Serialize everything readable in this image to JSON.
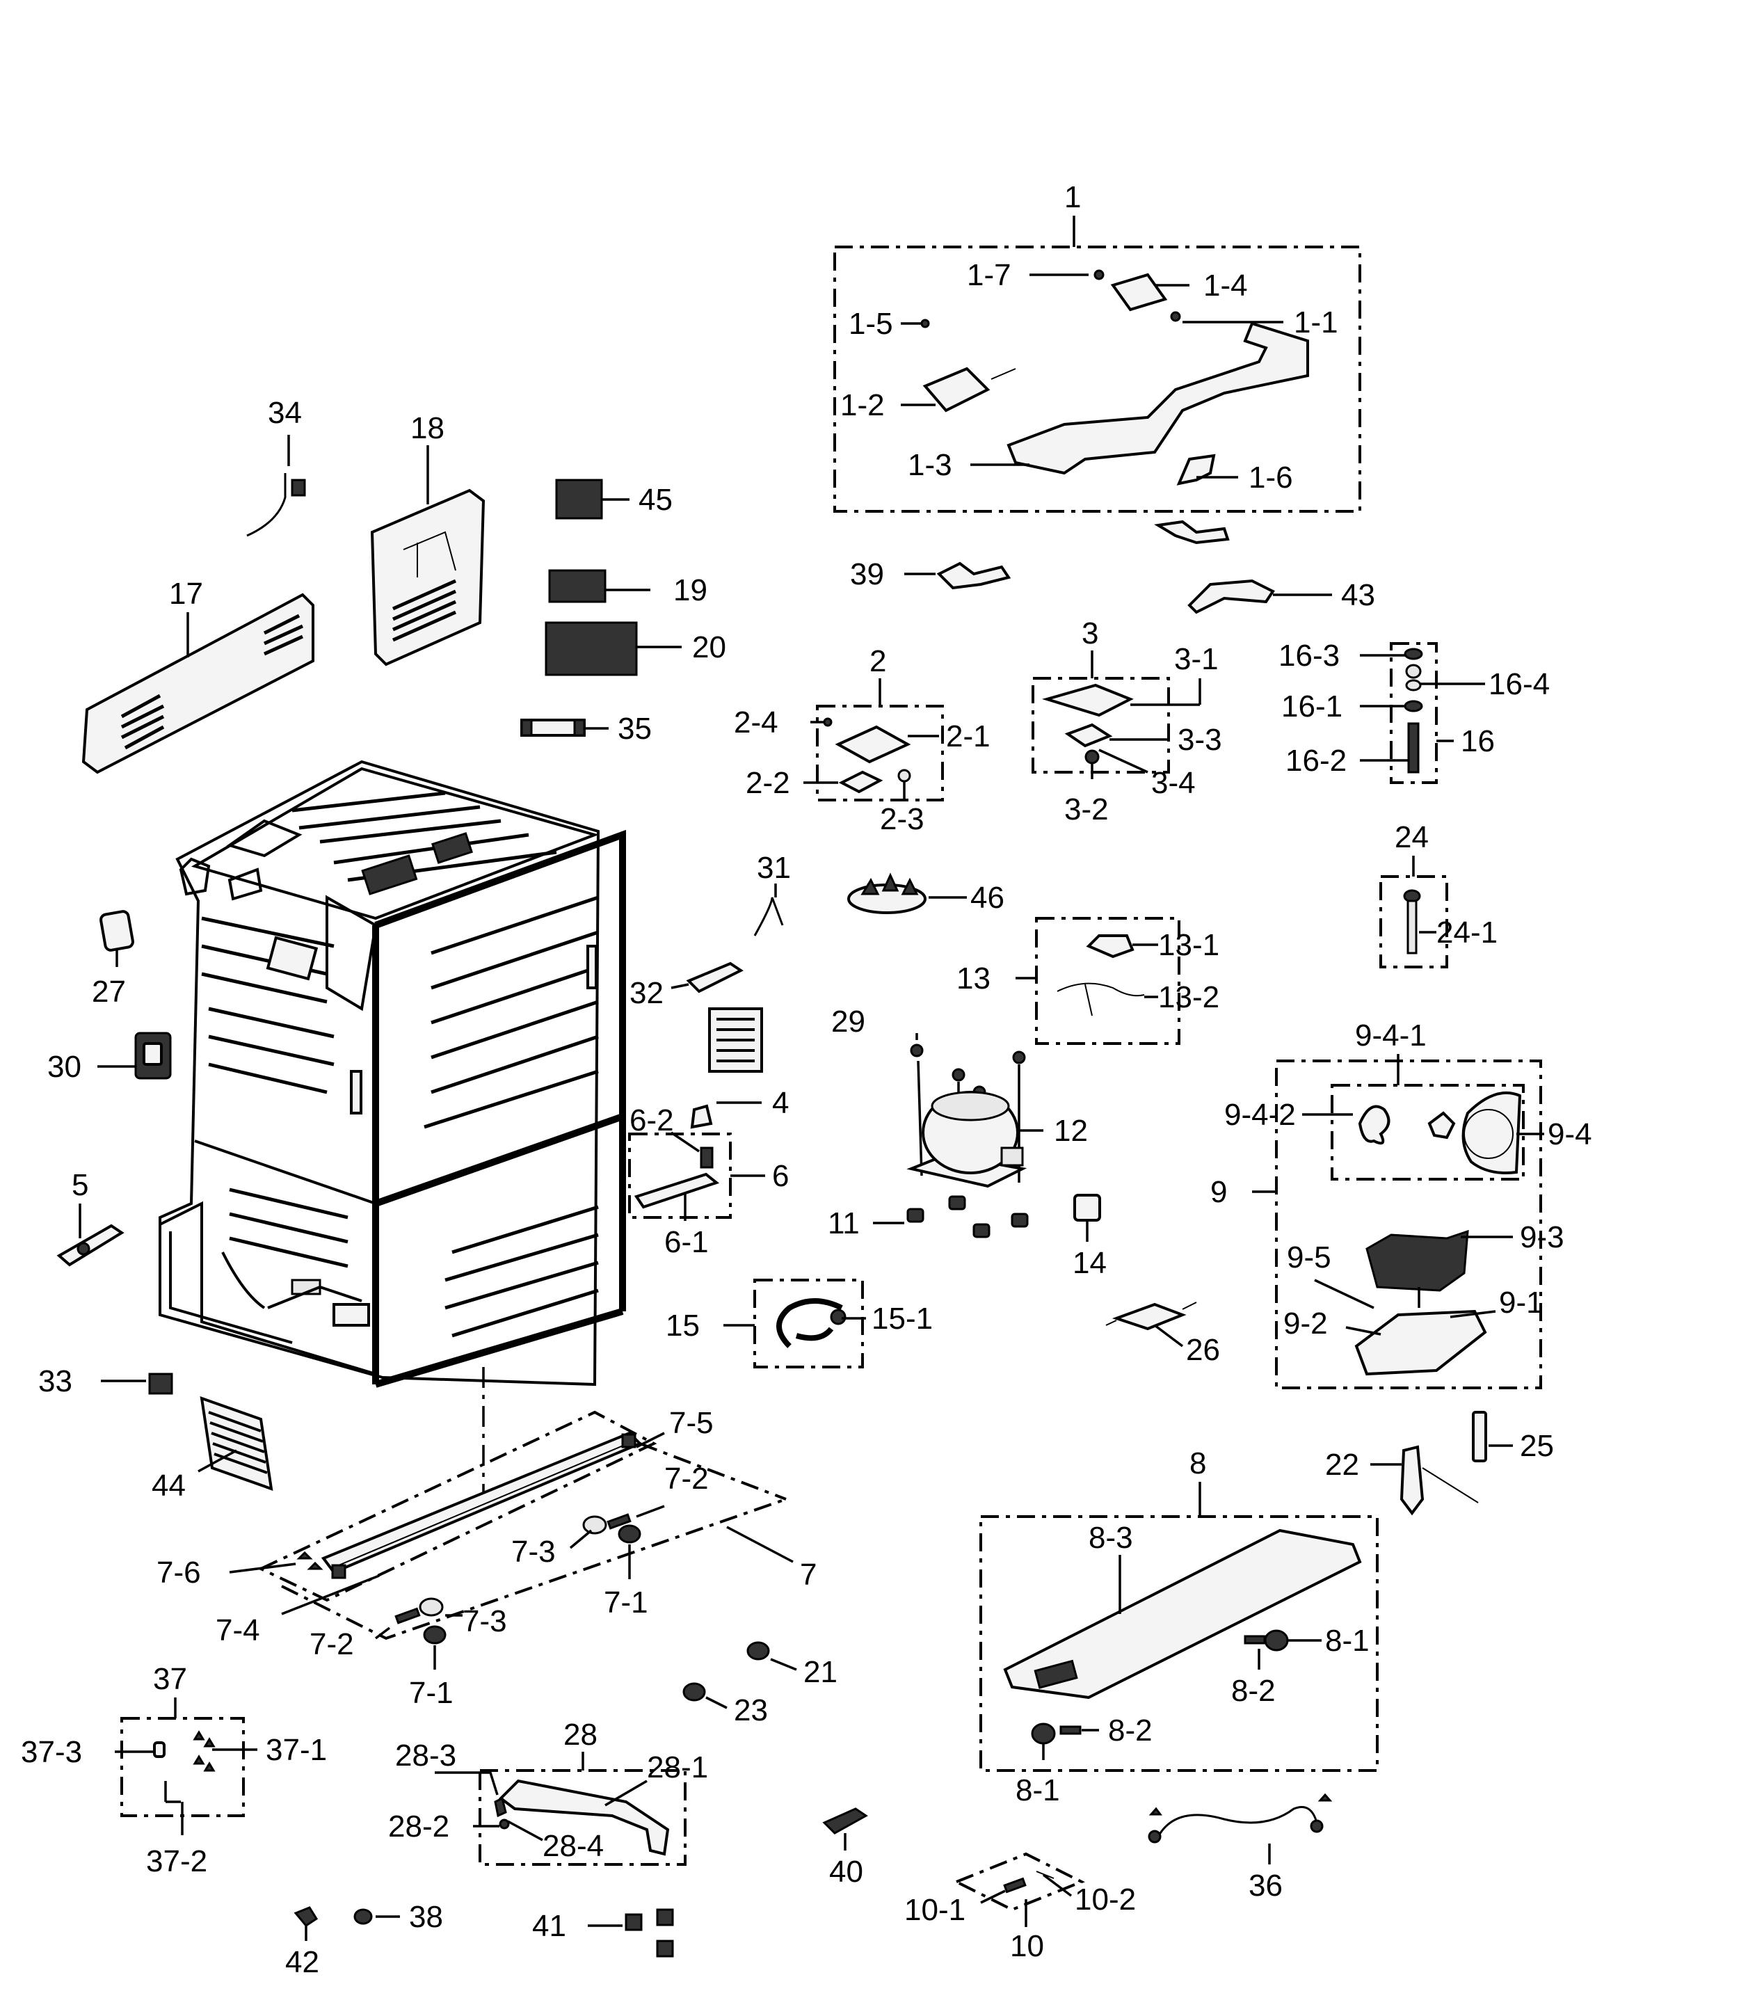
{
  "labels": {
    "p1": "1",
    "p1_1": "1-1",
    "p1_2": "1-2",
    "p1_3": "1-3",
    "p1_4": "1-4",
    "p1_5": "1-5",
    "p1_6": "1-6",
    "p1_7": "1-7",
    "p2": "2",
    "p2_1": "2-1",
    "p2_2": "2-2",
    "p2_3": "2-3",
    "p2_4": "2-4",
    "p3": "3",
    "p3_1": "3-1",
    "p3_2": "3-2",
    "p3_3": "3-3",
    "p3_4": "3-4",
    "p4": "4",
    "p5": "5",
    "p6": "6",
    "p6_1": "6-1",
    "p6_2": "6-2",
    "p7": "7",
    "p7_1a": "7-1",
    "p7_1b": "7-1",
    "p7_2a": "7-2",
    "p7_2b": "7-2",
    "p7_3a": "7-3",
    "p7_3b": "7-3",
    "p7_4": "7-4",
    "p7_5": "7-5",
    "p7_6": "7-6",
    "p8": "8",
    "p8_1a": "8-1",
    "p8_1b": "8-1",
    "p8_2a": "8-2",
    "p8_2b": "8-2",
    "p8_3": "8-3",
    "p9": "9",
    "p9_1": "9-1",
    "p9_2": "9-2",
    "p9_3": "9-3",
    "p9_4": "9-4",
    "p9_4_1": "9-4-1",
    "p9_4_2": "9-4-2",
    "p9_5": "9-5",
    "p10": "10",
    "p10_1": "10-1",
    "p10_2": "10-2",
    "p11": "11",
    "p12": "12",
    "p13": "13",
    "p13_1": "13-1",
    "p13_2": "13-2",
    "p14": "14",
    "p15": "15",
    "p15_1": "15-1",
    "p16": "16",
    "p16_1": "16-1",
    "p16_2": "16-2",
    "p16_3": "16-3",
    "p16_4": "16-4",
    "p17": "17",
    "p18": "18",
    "p19": "19",
    "p20": "20",
    "p21": "21",
    "p22": "22",
    "p23": "23",
    "p24": "24",
    "p24_1": "24-1",
    "p25": "25",
    "p26": "26",
    "p27": "27",
    "p28": "28",
    "p28_1": "28-1",
    "p28_2": "28-2",
    "p28_3": "28-3",
    "p28_4": "28-4",
    "p29": "29",
    "p30": "30",
    "p31": "31",
    "p32": "32",
    "p33": "33",
    "p34": "34",
    "p35": "35",
    "p36": "36",
    "p37": "37",
    "p37_1": "37-1",
    "p37_2": "37-2",
    "p37_3": "37-3",
    "p38": "38",
    "p39": "39",
    "p40": "40",
    "p41": "41",
    "p42": "42",
    "p43": "43",
    "p44": "44",
    "p45": "45",
    "p46": "46"
  }
}
